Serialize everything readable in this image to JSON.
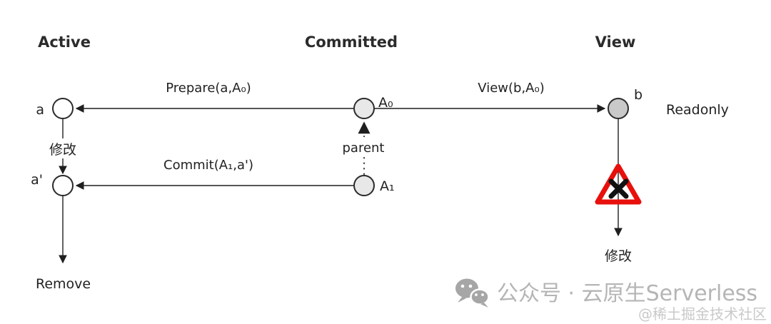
{
  "columns": {
    "active": "Active",
    "committed": "Committed",
    "view": "View"
  },
  "nodes": {
    "a": "a",
    "a_prime": "a'",
    "A0": "A₀",
    "A1": "A₁",
    "b": "b"
  },
  "edges": {
    "prepare": "Prepare(a,A₀)",
    "view": "View(b,A₀)",
    "commit": "Commit(A₁,a')",
    "parent": "parent",
    "modify_left": "修改",
    "modify_right": "修改",
    "remove": "Remove"
  },
  "annotations": {
    "readonly": "Readonly"
  },
  "icons": {
    "warning": "warning-x-triangle-icon",
    "wechat": "wechat-icon"
  },
  "colors": {
    "warning_red": "#e8100c",
    "node_fill_light": "#e8e8e8",
    "node_fill_dark": "#c9c9c9",
    "line": "#1f1f1f",
    "watermark_gray": "#b5b5b5",
    "watermark_light": "#c9c9c9"
  },
  "watermark": {
    "channel": "公众号 · 云原生Serverless",
    "community": "@稀土掘金技术社区"
  }
}
